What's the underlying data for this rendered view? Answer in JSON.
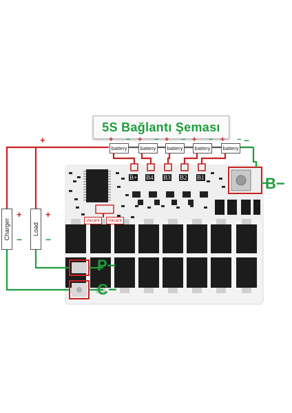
{
  "title": "5S Bağlantı Şeması",
  "batteries": [
    {
      "label": "battery",
      "plus": "+",
      "minus": "−"
    },
    {
      "label": "battery",
      "plus": "+",
      "minus": "−"
    },
    {
      "label": "battery",
      "plus": "+",
      "minus": "−"
    },
    {
      "label": "battery",
      "plus": "+",
      "minus": "−"
    },
    {
      "label": "battery",
      "plus": "+",
      "minus": "−"
    }
  ],
  "pack_signs": {
    "plus": "+",
    "minus": "−"
  },
  "cell_pads": [
    "B+",
    "B4",
    "B3",
    "B2",
    "B1"
  ],
  "ports": {
    "b_minus": "B−",
    "p_minus": "P−",
    "c_minus": "C−"
  },
  "charger": {
    "label": "Charger",
    "plus": "+",
    "minus": "−"
  },
  "load": {
    "label": "Load",
    "plus": "+",
    "minus": "−"
  },
  "vacant_labels": [
    "Vacant",
    "Vacant"
  ],
  "colors": {
    "positive_wire": "#c82222",
    "negative_wire": "#1e9e3c",
    "title": "#1e9e3c",
    "pcb": "#f4f4f4",
    "mosfet": "#1c1c1c"
  }
}
